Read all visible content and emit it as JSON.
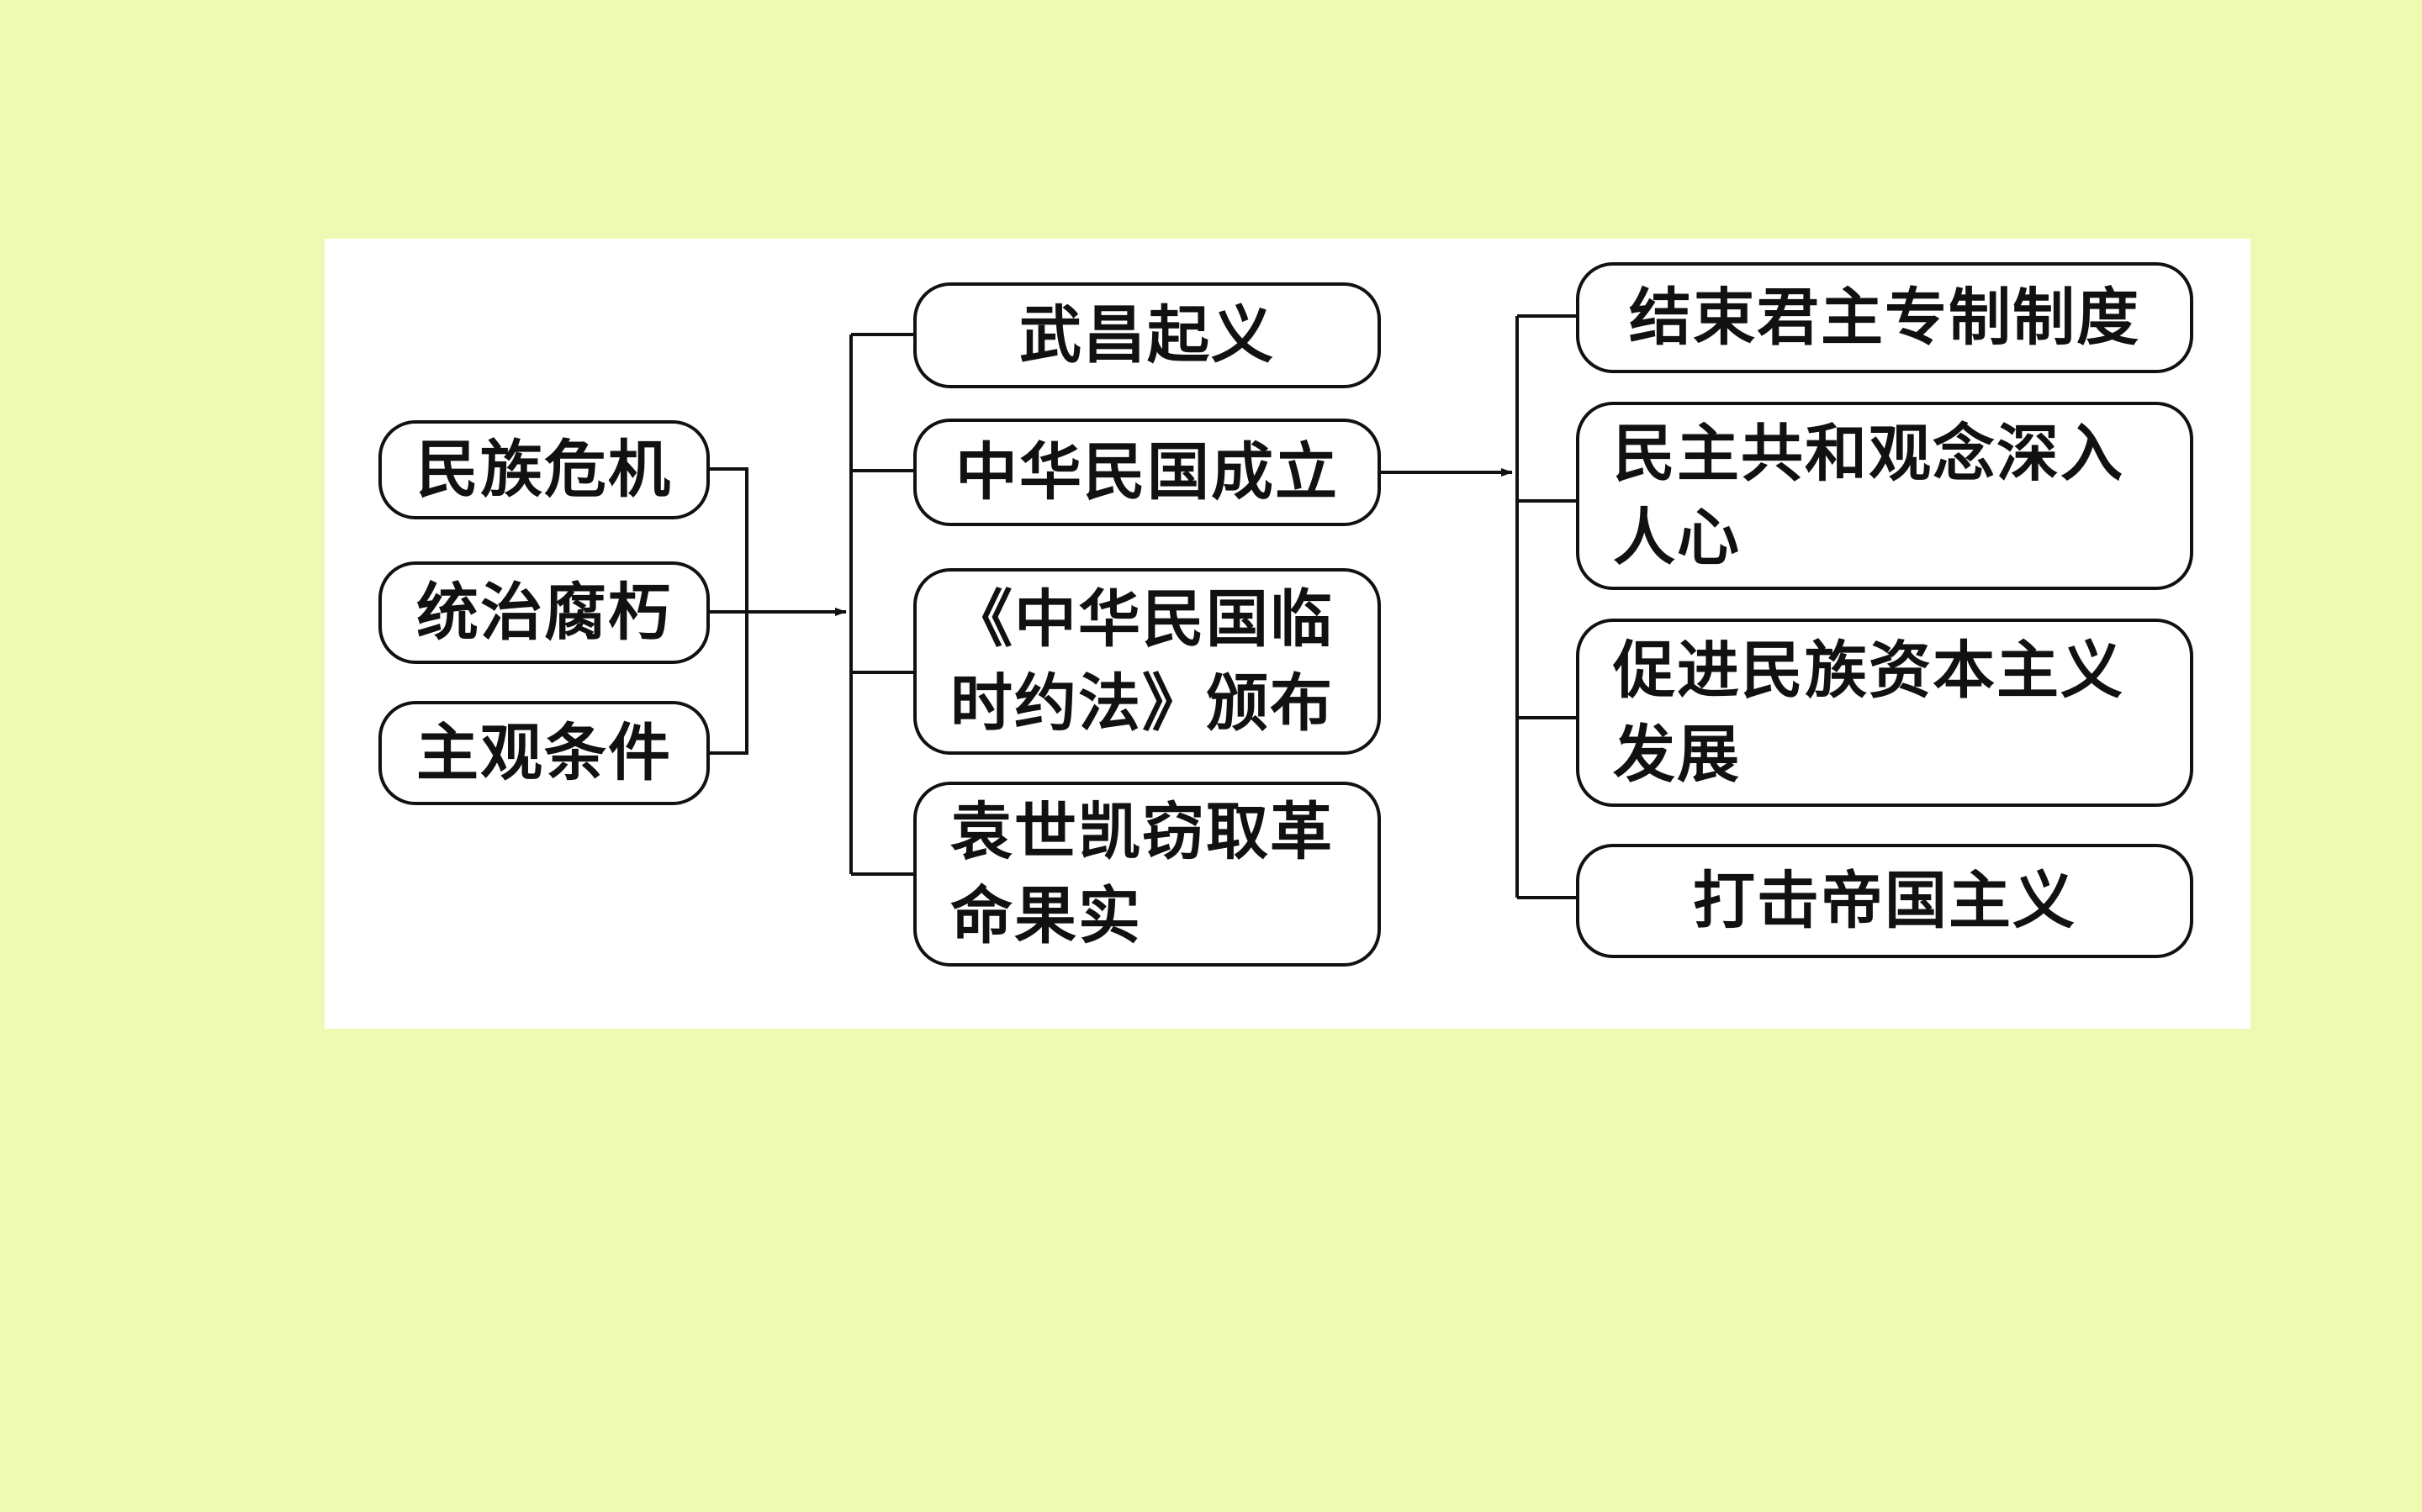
{
  "causes": [
    {
      "label": "民族危机"
    },
    {
      "label": "统治腐朽"
    },
    {
      "label": "主观条件"
    }
  ],
  "events": [
    {
      "label": "武昌起义"
    },
    {
      "label": "中华民国成立"
    },
    {
      "label": "《中华民国临时约法》颁布"
    },
    {
      "label": "袁世凯窃取革命果实"
    }
  ],
  "results": [
    {
      "label": "结束君主专制制度"
    },
    {
      "label": "民主共和观念深入人心"
    },
    {
      "label": "促进民族资本主义发展"
    },
    {
      "label": "打击帝国主义"
    }
  ],
  "colors": {
    "background": "#eefab4",
    "panel": "#ffffff",
    "stroke": "#111111"
  }
}
